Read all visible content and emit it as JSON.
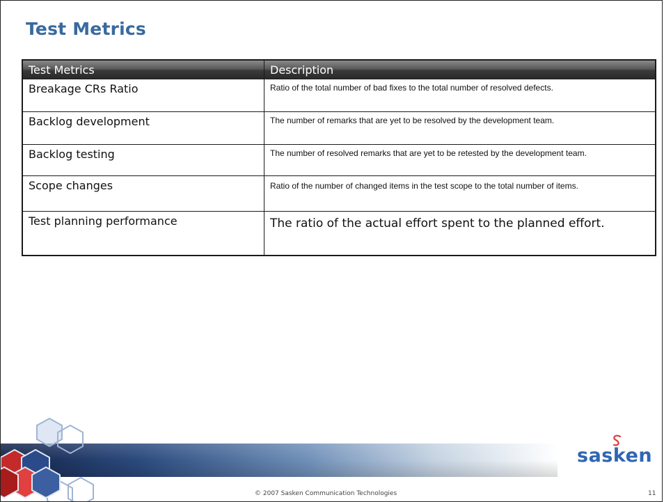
{
  "slide": {
    "title": "Test Metrics",
    "page_number": "11",
    "copyright": "© 2007 Sasken Communication Technologies",
    "logo_text": "sasken"
  },
  "table": {
    "headers": [
      "Test Metrics",
      "Description"
    ],
    "rows": [
      {
        "metric": "Breakage CRs Ratio",
        "description": "Ratio of the total number of bad fixes to the total number of resolved defects."
      },
      {
        "metric": "Backlog development",
        "description": "The number of remarks that are yet to be resolved by the development team."
      },
      {
        "metric": "Backlog testing",
        "description": "The number of resolved remarks that are yet to be retested by the development team."
      },
      {
        "metric": "Scope changes",
        "description": "Ratio of the number of changed items in the test scope to the total number of items."
      },
      {
        "metric": "Test planning performance",
        "description": "The ratio of the actual effort spent to the planned effort."
      }
    ]
  },
  "colors": {
    "title": "#3a6a9e",
    "logo": "#2f66b3",
    "logo_mark": "#e03a3a"
  }
}
